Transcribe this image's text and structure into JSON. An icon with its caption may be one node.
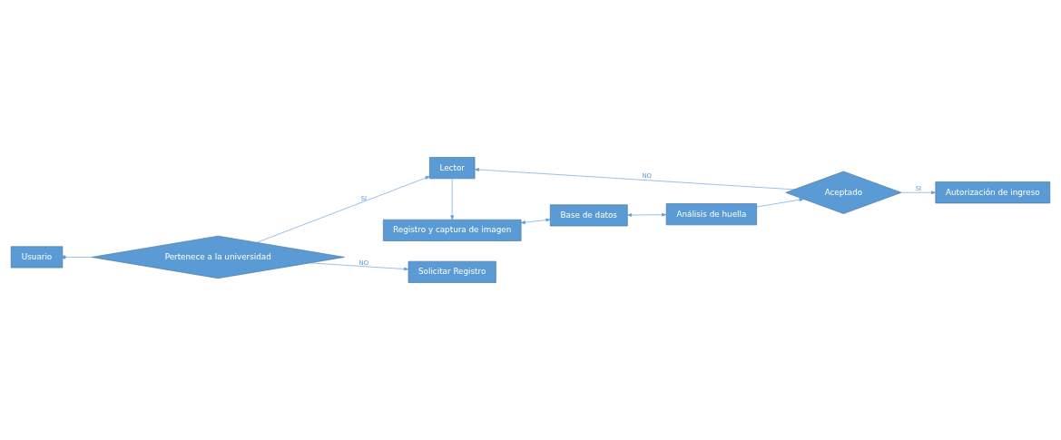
{
  "diagram": {
    "nodes": [
      {
        "text": [
          "Registro y captura de imagen"
        ]
      },
      {
        "text": [
          "Base de datos"
        ]
      },
      {
        "text": [
          "Análisis de huella"
        ]
      },
      {
        "text": [
          "Usuario"
        ]
      },
      {
        "text": [
          "Pertenece a la universidad"
        ]
      },
      {
        "text": [
          "Lector"
        ]
      },
      {
        "text": [
          "Aceptado"
        ]
      },
      {
        "text": [
          "Solicitar Registro"
        ]
      },
      {
        "text": [
          "Autorización de ingreso"
        ]
      }
    ],
    "edges": [
      {
        "from": 3,
        "to": 4,
        "arrow": "other"
      },
      {
        "from": 4,
        "to": 5,
        "arrow": "to",
        "label": "SI"
      },
      {
        "from": 4,
        "to": 7,
        "arrow": "to",
        "label": "NO"
      },
      {
        "from": 5,
        "to": 0,
        "arrow": "to"
      },
      {
        "from": 0,
        "to": 1,
        "arrow": "both"
      },
      {
        "from": 1,
        "to": 2,
        "arrow": "both"
      },
      {
        "from": 2,
        "to": 6,
        "arrow": "to"
      },
      {
        "from": 6,
        "to": 5,
        "arrow": "to",
        "label": "NO"
      },
      {
        "from": 6,
        "to": 8,
        "arrow": "to",
        "label": "SI"
      }
    ]
  }
}
